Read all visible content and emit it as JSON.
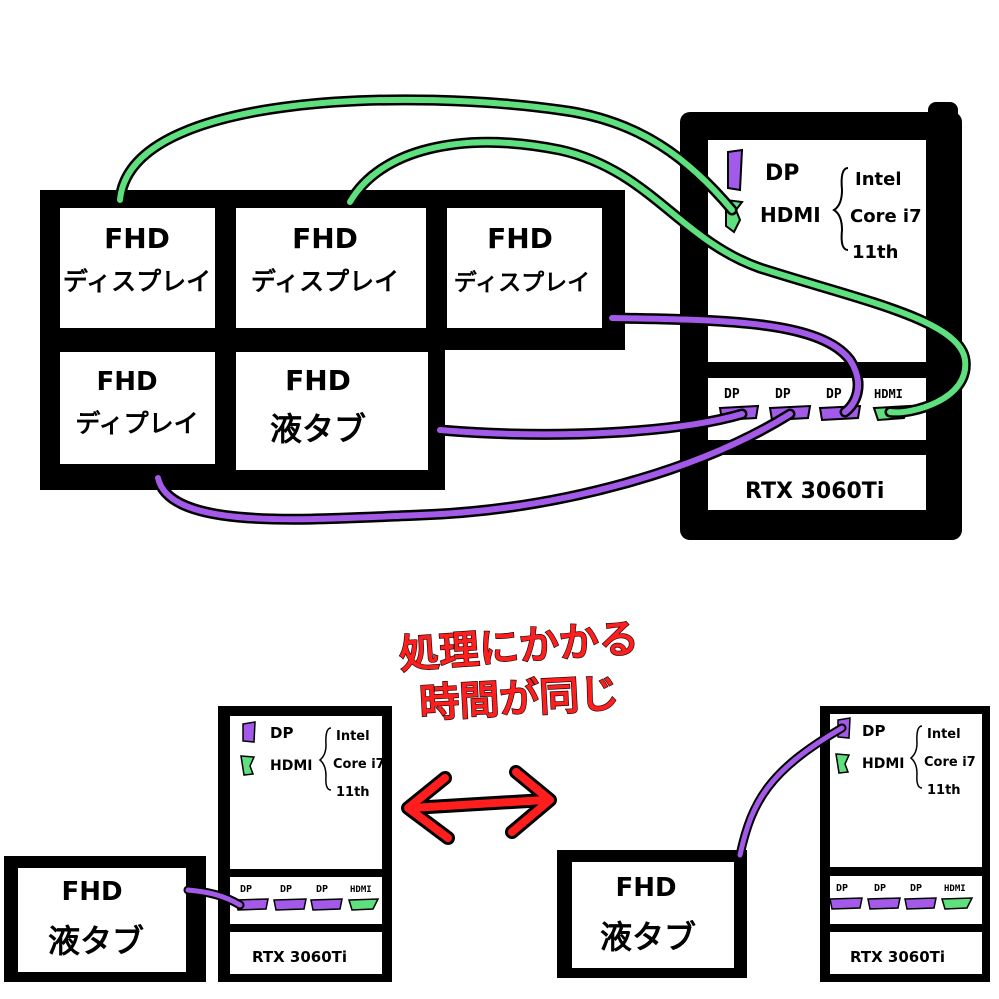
{
  "colors": {
    "dp_cable": "#a45ae8",
    "hdmi_cable": "#5fe07e",
    "outline": "#000000",
    "arrow": "#ff1e1e"
  },
  "top": {
    "displays": [
      {
        "line1": "FHD",
        "line2": "ディスプレイ"
      },
      {
        "line1": "FHD",
        "line2": "ディスプレイ"
      },
      {
        "line1": "FHD",
        "line2": "ディスプレイ"
      },
      {
        "line1": "FHD",
        "line2": "ディプレイ"
      },
      {
        "line1": "FHD",
        "line2": "液タブ"
      }
    ],
    "pc": {
      "dp": "DP",
      "hdmi": "HDMI",
      "cpu": [
        "Intel",
        "Core i7",
        "11th"
      ],
      "gpu_ports": [
        "DP",
        "DP",
        "DP",
        "HDMI"
      ],
      "gpu": "RTX 3060Ti"
    }
  },
  "caption": {
    "line1": "処理にかかる",
    "line2": "時間が同じ"
  },
  "bottom_left": {
    "tab": {
      "line1": "FHD",
      "line2": "液タブ"
    },
    "pc": {
      "dp": "DP",
      "hdmi": "HDMI",
      "cpu": [
        "Intel",
        "Core i7",
        "11th"
      ],
      "gpu_ports": [
        "DP",
        "DP",
        "DP",
        "HDMI"
      ],
      "gpu": "RTX 3060Ti"
    }
  },
  "bottom_right": {
    "tab": {
      "line1": "FHD",
      "line2": "液タブ"
    },
    "pc": {
      "dp": "DP",
      "hdmi": "HDMI",
      "cpu": [
        "Intel",
        "Core i7",
        "11th"
      ],
      "gpu_ports": [
        "DP",
        "DP",
        "DP",
        "HDMI"
      ],
      "gpu": "RTX 3060Ti"
    }
  }
}
